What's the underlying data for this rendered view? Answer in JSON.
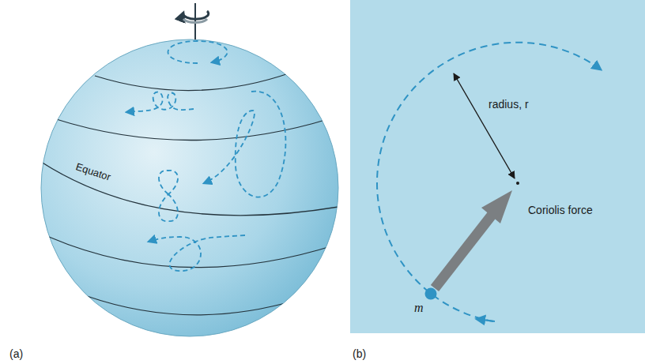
{
  "diagram": {
    "labels": [
      "Equator",
      "radius, r",
      "Coriolis force",
      "m",
      "(a)",
      "(b)"
    ]
  }
}
